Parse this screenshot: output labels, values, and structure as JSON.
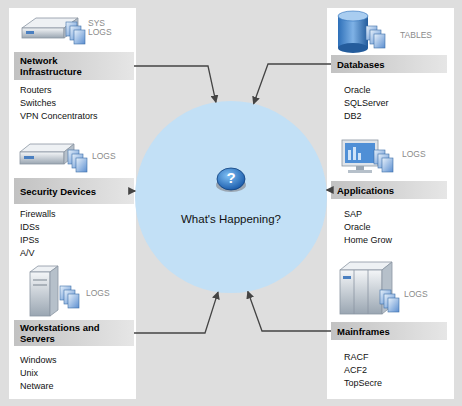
{
  "diagram": {
    "nodes": [
      {
        "text": [
          "Network Infrastructure"
        ]
      },
      {
        "text": [
          "Databases"
        ]
      },
      {
        "text": [
          "Security Devices"
        ]
      },
      {
        "text": [
          "What's Happening?"
        ]
      },
      {
        "text": [
          "Applications"
        ]
      },
      {
        "text": [
          "Workstations and Servers"
        ]
      },
      {
        "text": [
          "Mainframes"
        ]
      }
    ],
    "edges": [
      {
        "from": 0,
        "to": 3,
        "arrow": "to"
      },
      {
        "from": 1,
        "to": 3,
        "arrow": "to"
      },
      {
        "from": 2,
        "to": 3,
        "arrow": "to"
      },
      {
        "from": 4,
        "to": 3,
        "arrow": "to"
      },
      {
        "from": 5,
        "to": 3,
        "arrow": "to"
      },
      {
        "from": 6,
        "to": 3,
        "arrow": "to"
      }
    ],
    "labels": [
      "SYS LOGS",
      "Routers",
      "Switches",
      "VPN Concentrators",
      "LOGS",
      "Firewalls",
      "IDSs",
      "IPSs",
      "A/V",
      "LOGS",
      "Windows",
      "Unix",
      "Netware",
      "TABLES",
      "Oracle",
      "SQLServer",
      "DB2",
      "LOGS",
      "SAP",
      "Oracle",
      "Home Grow",
      "LOGS",
      "RACF",
      "ACF2",
      "TopSecre",
      "?"
    ]
  }
}
